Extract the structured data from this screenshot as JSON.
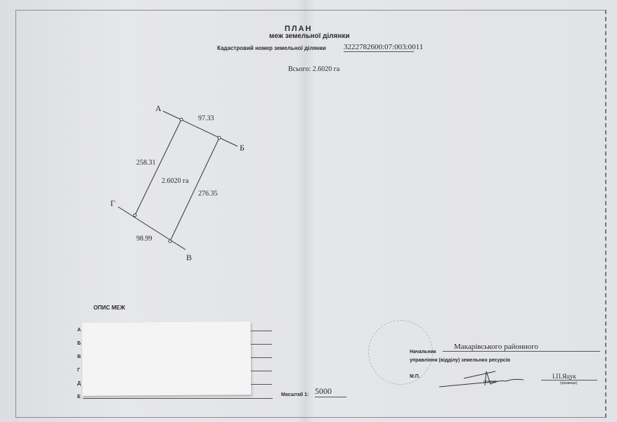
{
  "header": {
    "title": "ПЛАН",
    "subtitle": "меж земельної ділянки",
    "cadastral_label": "Кадастровий номер земельної ділянки",
    "cadastral_number": "3222782600:07:003:0011",
    "total": "Всього: 2.6020 га"
  },
  "plot": {
    "points": {
      "a": "А",
      "b": "Б",
      "v": "В",
      "g": "Г"
    },
    "sides": {
      "ab": "97.33",
      "ag": "258.31",
      "bv": "276.35",
      "gv": "98.99"
    },
    "area": "2.6020 га"
  },
  "boundaries": {
    "title": "ОПИС МЕЖ",
    "letters": [
      "А",
      "Б",
      "В",
      "Г",
      "Д",
      "Е"
    ]
  },
  "scale": {
    "label": "Масштаб 1:",
    "value": "5000"
  },
  "signature": {
    "head_label": "Начальник",
    "head_value": "Макарівського районного",
    "dept": "управління (відділу) земельних ресурсів",
    "mp": "М.П.",
    "sign_caption": "(підпис)",
    "name": "І.П.Яцук",
    "name_caption": "(прізвище)"
  }
}
